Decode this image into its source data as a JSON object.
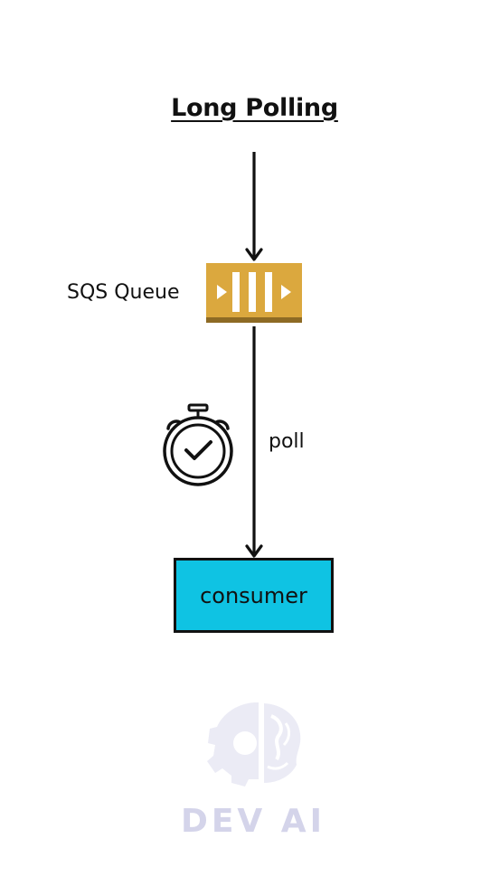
{
  "title": "Long Polling",
  "nodes": {
    "queue": {
      "label": "SQS Queue",
      "icon": "sqs-queue-icon",
      "color": "#dba83e"
    },
    "consumer": {
      "label": "consumer",
      "color": "#0fc3e3"
    }
  },
  "edges": [
    {
      "from": "top",
      "to": "queue",
      "label": ""
    },
    {
      "from": "queue",
      "to": "consumer",
      "label": "poll",
      "icon": "stopwatch-icon"
    }
  ],
  "watermark": {
    "text": "DEV AI",
    "icon": "brain-gear-logo",
    "color": "#d4d4ea"
  }
}
